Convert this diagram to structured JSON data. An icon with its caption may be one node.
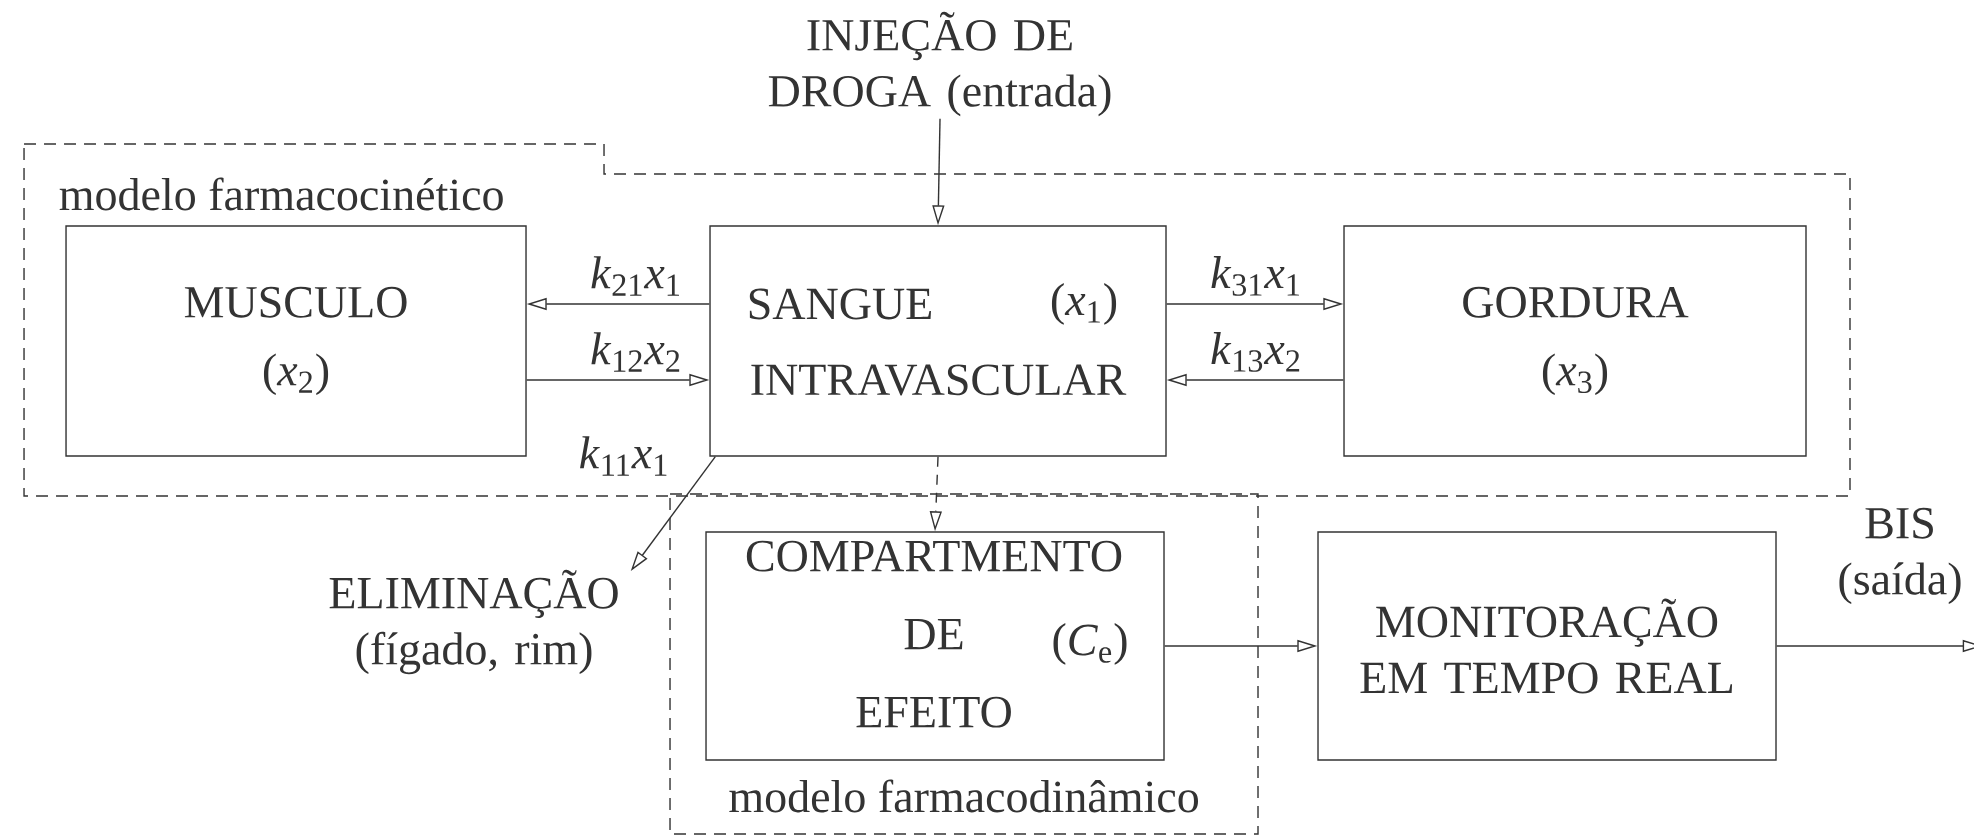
{
  "diagram": {
    "nodes": [
      {
        "text": [
          "modelo farmacocinético"
        ]
      },
      {
        "text": [
          "MUSCULO",
          "(*x*$_{2}$)"
        ],
        "in": 0
      },
      {
        "text": [
          "SANGUE",
          "(*x*$_{1}$)",
          "INTRAVASCULAR"
        ],
        "in": 0
      },
      {
        "text": [
          "GORDURA",
          "(*x*$_{3}$)"
        ],
        "in": 0
      },
      {
        "text": [
          "ELIMINAÇÃO (fígado, rim)"
        ]
      },
      {
        "text": [
          "INJEÇÃO DE DROGA (entrada)"
        ]
      },
      {
        "text": [
          "modelo farmacodinâmico"
        ]
      },
      {
        "text": [
          "COMPARTMENTO DE EFEITO",
          "(*C*$_{e}$)"
        ],
        "in": 6
      },
      {
        "text": [
          "MONITORAÇÃO EM TEMPO REAL"
        ]
      },
      {
        "text": [
          "BIS (saída)"
        ]
      }
    ],
    "edges": [
      {
        "from": 5,
        "to": 2,
        "arrow": "to"
      },
      {
        "from": 2,
        "to": 1,
        "arrow": "to",
        "label": "*k*$_{21}$*x*$_{1}$"
      },
      {
        "from": 1,
        "to": 2,
        "arrow": "to",
        "label": "*k*$_{12}$*x*$_{2}$"
      },
      {
        "from": 2,
        "to": 3,
        "arrow": "to",
        "label": "*k*$_{31}$*x*$_{1}$"
      },
      {
        "from": 3,
        "to": 2,
        "arrow": "to",
        "label": "*k*$_{13}$*x*$_{2}$"
      },
      {
        "from": 2,
        "to": 4,
        "arrow": "to",
        "label": "*k*$_{11}$*x*$_{1}$"
      },
      {
        "from": 2,
        "to": 7,
        "arrow": "to",
        "style": "dashed"
      },
      {
        "from": 7,
        "to": 8,
        "arrow": "to"
      },
      {
        "from": 8,
        "to": 9,
        "arrow": "to"
      }
    ]
  }
}
